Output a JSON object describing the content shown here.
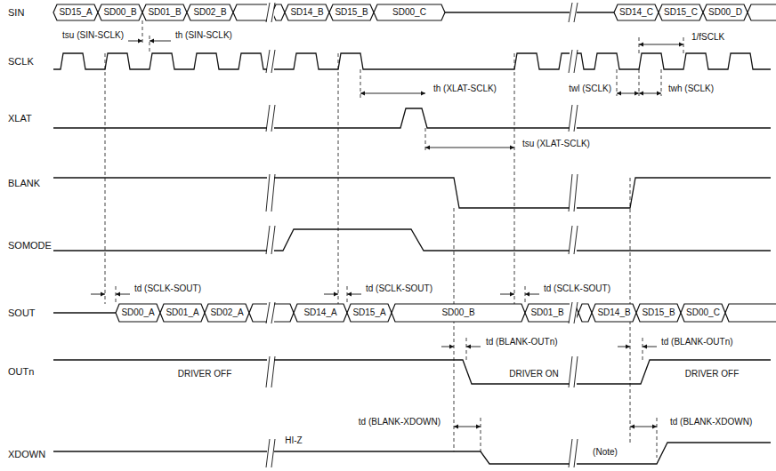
{
  "diagram": {
    "labels": [
      "SIN",
      "SD15_A",
      "SD00_B",
      "SD01_B",
      "SD02_B",
      "SD14_B",
      "SD15_B",
      "SD00_C",
      "SD14_C",
      "SD15_C",
      "SD00_D",
      "tsu (SIN-SCLK)",
      "th (SIN-SCLK)",
      "1/fSCLK",
      "SCLK",
      "th (XLAT-SCLK)",
      "twl (SCLK)",
      "twh (SCLK)",
      "XLAT",
      "tsu (XLAT-SCLK)",
      "BLANK",
      "SOMODE",
      "td (SCLK-SOUT)",
      "td (SCLK-SOUT)",
      "td (SCLK-SOUT)",
      "SOUT",
      "SD00_A",
      "SD01_A",
      "SD02_A",
      "SD14_A",
      "SD15_A",
      "SD00_B",
      "SD01_B",
      "SD14_B",
      "SD15_B",
      "SD00_C",
      "td (BLANK-OUTn)",
      "td (BLANK-OUTn)",
      "OUTn",
      "DRIVER OFF",
      "DRIVER ON",
      "DRIVER OFF",
      "td (BLANK-XDOWN)",
      "td (BLANK-XDOWN)",
      "XDOWN",
      "HI-Z",
      "(Note)"
    ]
  }
}
